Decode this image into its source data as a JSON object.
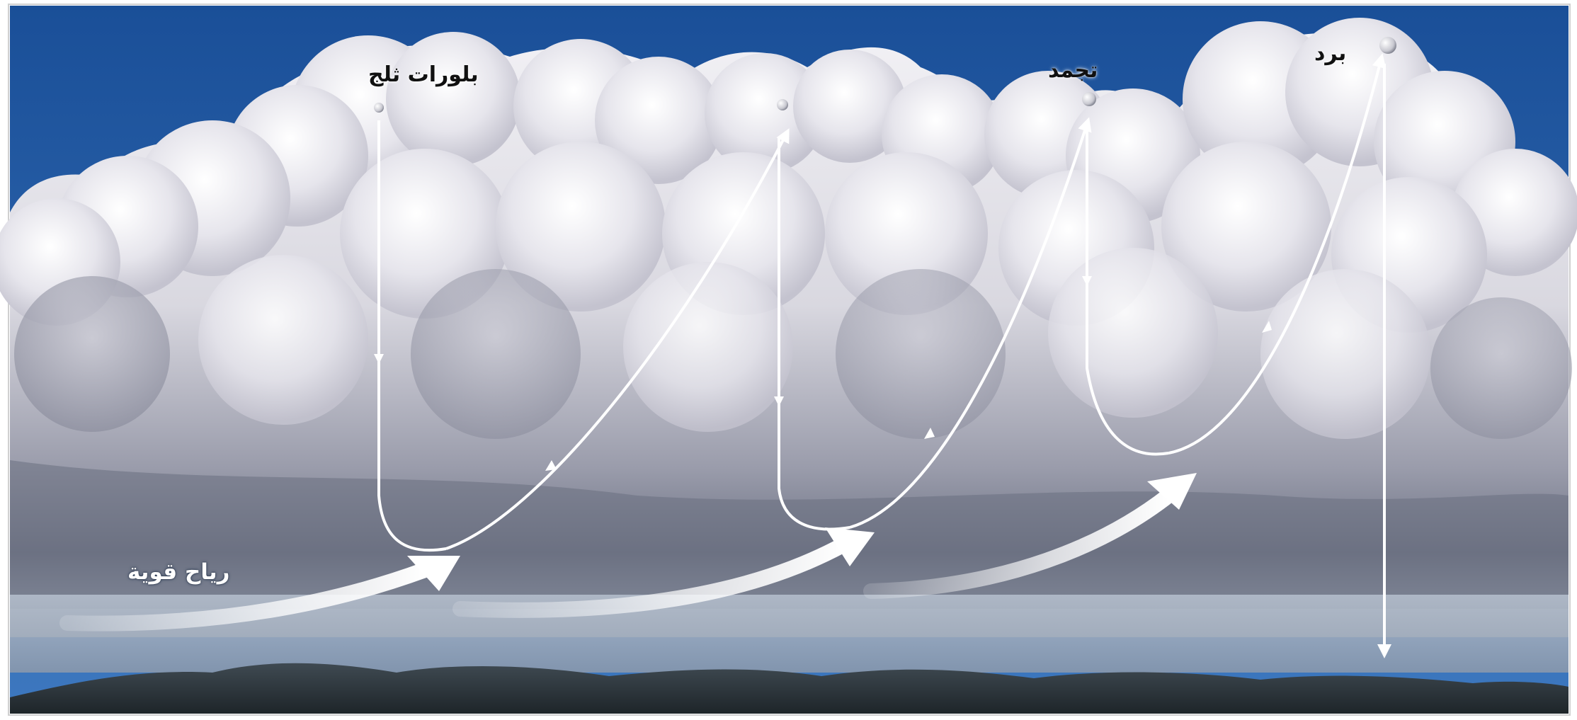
{
  "labels": {
    "snow_crystals": "بلورات ثلج",
    "freezing": "تجمد",
    "hail": "برد",
    "strong_winds": "رياح قوية"
  },
  "colors": {
    "sky": "#1f5aa6",
    "cloud": "#e9e8ee",
    "cloud_shadow": "#8d8fa0",
    "mountains": "#2f3a40",
    "path": "#ffffff"
  }
}
